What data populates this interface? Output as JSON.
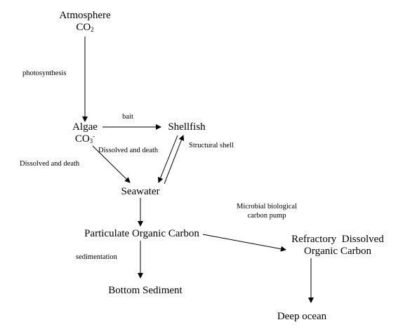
{
  "nodes": {
    "atmosphere": {
      "line1": "Atmosphere",
      "line2_base": "CO",
      "line2_sub": "2"
    },
    "algae": {
      "line1": "Algae",
      "line2_base": "CO",
      "line2_sub": "3",
      "line2_sup": "-"
    },
    "shellfish": "Shellfish",
    "seawater": "Seawater",
    "poc": "Particulate Organic Carbon",
    "rdoc": {
      "line1": "Refractory  Dissolved",
      "line2": "Organic Carbon"
    },
    "sediment": "Bottom Sediment",
    "deep_ocean": "Deep ocean"
  },
  "labels": {
    "photosynthesis": "photosynthesis",
    "bait": "bait",
    "dissolved_death_right": "Dissolved and death",
    "dissolved_death_left": "Dissolved and death",
    "structural_shell": "Structural shell",
    "microbial_pump_line1": "Microbial biological",
    "microbial_pump_line2": "carbon pump",
    "sedimentation": "sedimentation"
  },
  "colors": {
    "text": "#000000",
    "arrow": "#000000",
    "background": "#ffffff"
  }
}
